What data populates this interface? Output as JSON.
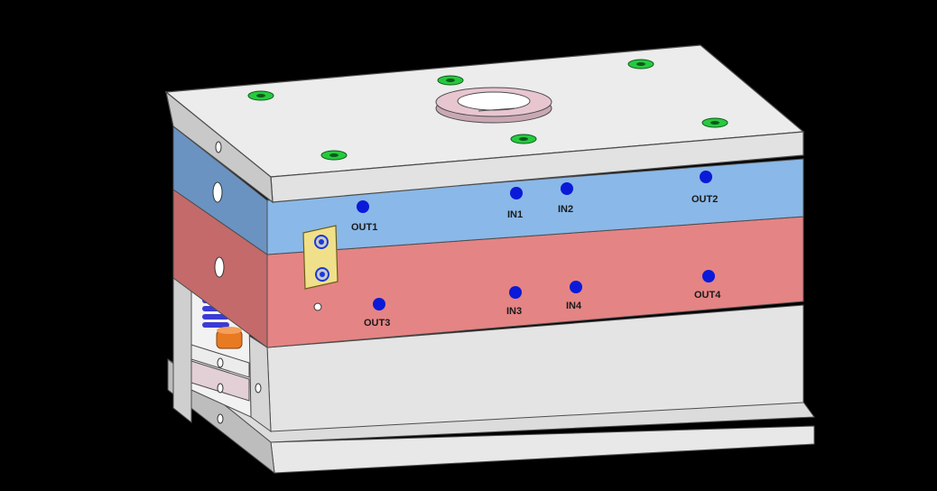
{
  "diagram": {
    "colors": {
      "background": "#000000",
      "plate_light": "#e6e6e6",
      "plate_light_side": "#c9c9c9",
      "plate_edge": "#4d4d4d",
      "cavity_plate": "#8ab8e8",
      "cavity_plate_side": "#6a93c2",
      "core_plate": "#e58484",
      "core_plate_side": "#c46a6a",
      "port": "#0a1ad8",
      "screw": "#27c93f",
      "sprue_ring": "#e8c6d0",
      "latch": "#f0e08a",
      "spring": "#3b3bd6",
      "ejector": "#e87a22"
    },
    "ports": [
      {
        "id": "out1",
        "label": "OUT1"
      },
      {
        "id": "in1",
        "label": "IN1"
      },
      {
        "id": "in2",
        "label": "IN2"
      },
      {
        "id": "out2",
        "label": "OUT2"
      },
      {
        "id": "out3",
        "label": "OUT3"
      },
      {
        "id": "in3",
        "label": "IN3"
      },
      {
        "id": "in4",
        "label": "IN4"
      },
      {
        "id": "out4",
        "label": "OUT4"
      }
    ]
  }
}
